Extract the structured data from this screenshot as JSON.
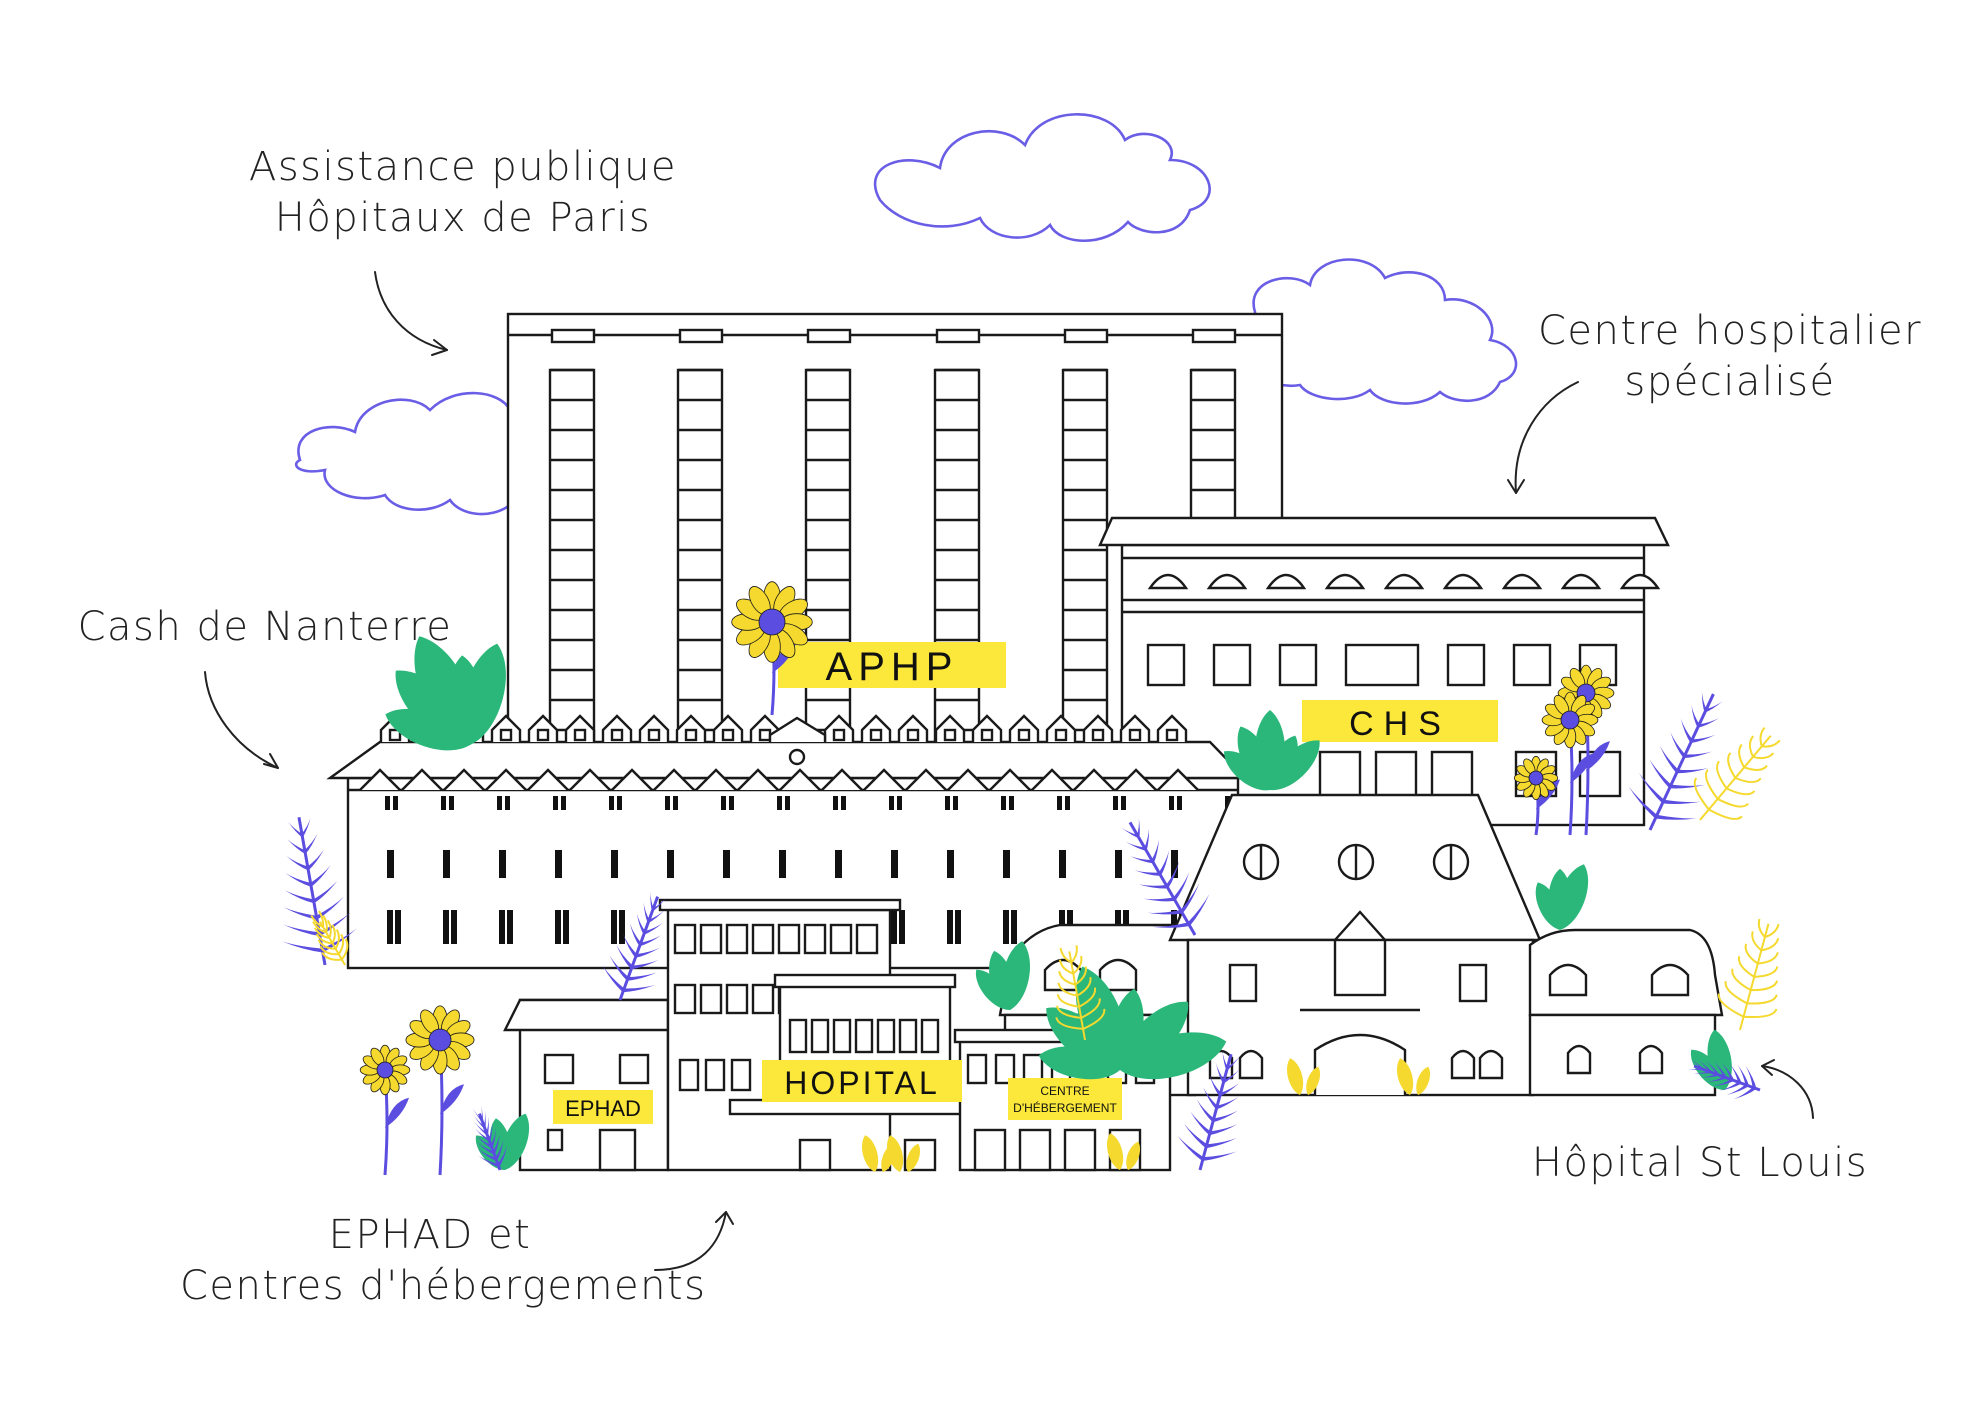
{
  "annotations": {
    "aphp": {
      "line1": "Assistance publique",
      "line2": "Hôpitaux de Paris"
    },
    "chs": {
      "line1": "Centre hospitalier",
      "line2": "spécialisé"
    },
    "nanterre": {
      "line1": "Cash de Nanterre"
    },
    "ehpad": {
      "line1": "EPHAD et",
      "line2": "Centres d'hébergements"
    },
    "stlouis": {
      "line1": "Hôpital St Louis"
    }
  },
  "signs": {
    "aphp": "APHP",
    "chs": "CHS",
    "ephad": "EPHAD",
    "hopital": "HOPITAL",
    "centre_line1": "CENTRE",
    "centre_line2": "D'HÉBERGEMENT"
  },
  "colors": {
    "line": "#1a1a1a",
    "cloud": "#6a5ee6",
    "sign": "#fbe83a",
    "leaf_green": "#2bb77a",
    "leaf_purple": "#5b4de0",
    "flower_yellow": "#f5d92e",
    "flower_center": "#5b4de0"
  },
  "icons": [
    "cloud-icon",
    "sunflower-icon",
    "leaf-icon",
    "fern-icon",
    "arrow-icon"
  ]
}
